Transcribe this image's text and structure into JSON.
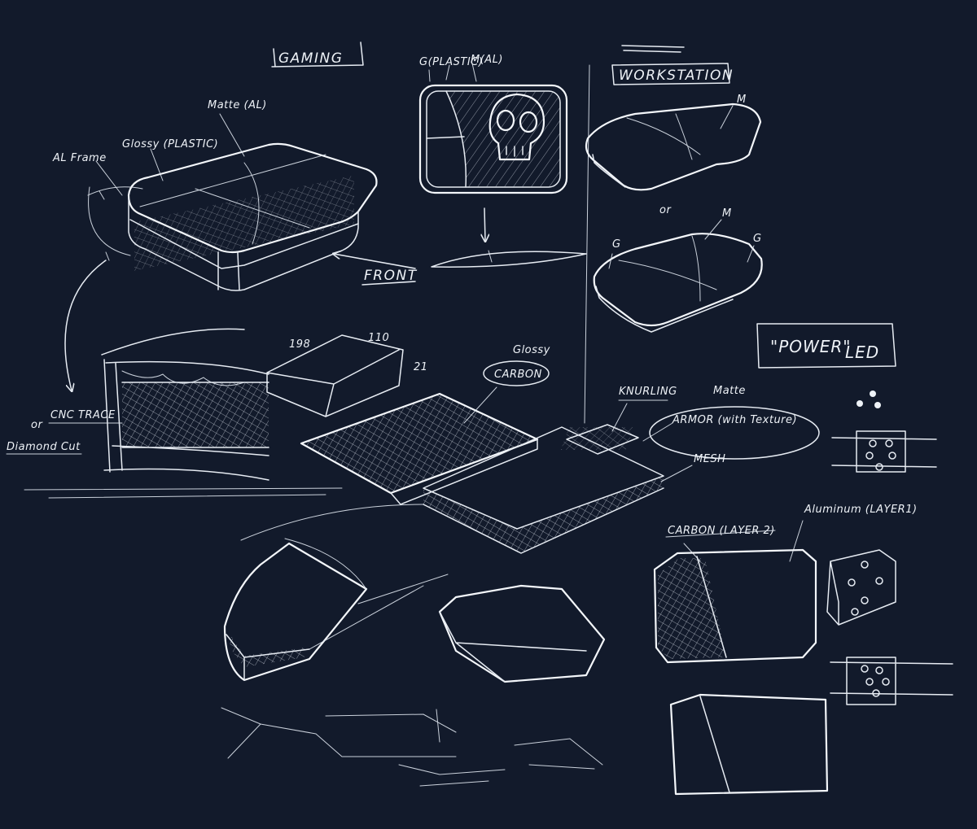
{
  "colors": {
    "background": "#121a2b",
    "ink": "#e6ebf2"
  },
  "labels": {
    "gaming": "GAMING",
    "workstation": "WORKSTATION",
    "matte_al": "Matte (AL)",
    "glossy_plastic": "Glossy (PLASTIC)",
    "al_frame": "AL Frame",
    "front": "FRONT",
    "g_plastic": "G(PLASTIC)",
    "m_al": "M(AL)",
    "cnc_trace": "CNC TRACE",
    "or": "or",
    "diamond_cut": "Diamond Cut",
    "dim_198": "198",
    "dim_110": "110",
    "dim_21": "21",
    "glossy": "Glossy",
    "carbon": "CARBON",
    "knurling": "KNURLING",
    "matte": "Matte",
    "armor": "ARMOR (with Texture)",
    "mesh": "MESH",
    "power": "\"POWER\"",
    "led": "LED",
    "carbon_layer2": "CARBON (LAYER 2)",
    "aluminum_layer1": "Aluminum (LAYER1)",
    "m": "M",
    "g": "G"
  }
}
